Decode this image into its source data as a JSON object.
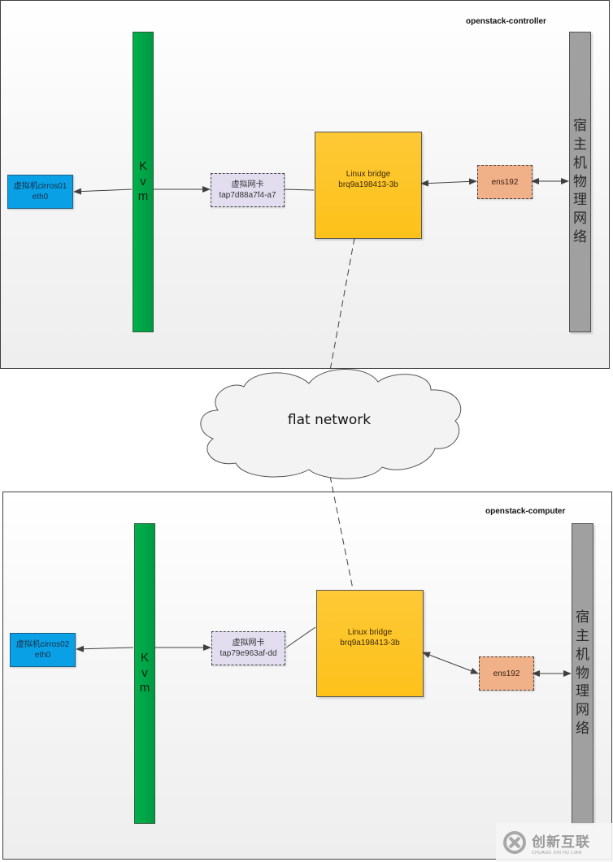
{
  "diagram": {
    "cloud": {
      "label": "flat network"
    },
    "hosts": [
      {
        "name": "openstack-controller",
        "hypervisor_letters": [
          "K",
          "v",
          "m"
        ],
        "vm": {
          "line1": "虚拟机cirros01",
          "line2": "eth0",
          "color": "#0aa0e6"
        },
        "tap": {
          "line1": "虚拟网卡",
          "line2": "tap7d88a7f4-a7",
          "color": "#e2def0"
        },
        "bridge": {
          "line1": "Linux bridge",
          "line2": "brq9a198413-3b",
          "color": "#fdc11a"
        },
        "nic": {
          "label": "ens192",
          "color": "#f0b088"
        },
        "physical_network_chars": [
          "宿",
          "主",
          "机",
          "物",
          "理",
          "网",
          "络"
        ]
      },
      {
        "name": "openstack-computer",
        "hypervisor_letters": [
          "K",
          "v",
          "m"
        ],
        "vm": {
          "line1": "虚拟机cirros02",
          "line2": "eth0",
          "color": "#0aa0e6"
        },
        "tap": {
          "line1": "虚拟网卡",
          "line2": "tap79e963af-dd",
          "color": "#e2def0"
        },
        "bridge": {
          "line1": "Linux bridge",
          "line2": "brq9a198413-3b",
          "color": "#fdc11a"
        },
        "nic": {
          "label": "ens192",
          "color": "#f0b088"
        },
        "physical_network_chars": [
          "宿",
          "主",
          "机",
          "物",
          "理",
          "网",
          "络"
        ]
      }
    ],
    "colors": {
      "kvm": "#00a84a",
      "physical": "#a0a0a0",
      "line": "#404040"
    }
  },
  "watermark": {
    "cn": "创新互联",
    "en": "CHUANG XIN HU LIAN"
  }
}
